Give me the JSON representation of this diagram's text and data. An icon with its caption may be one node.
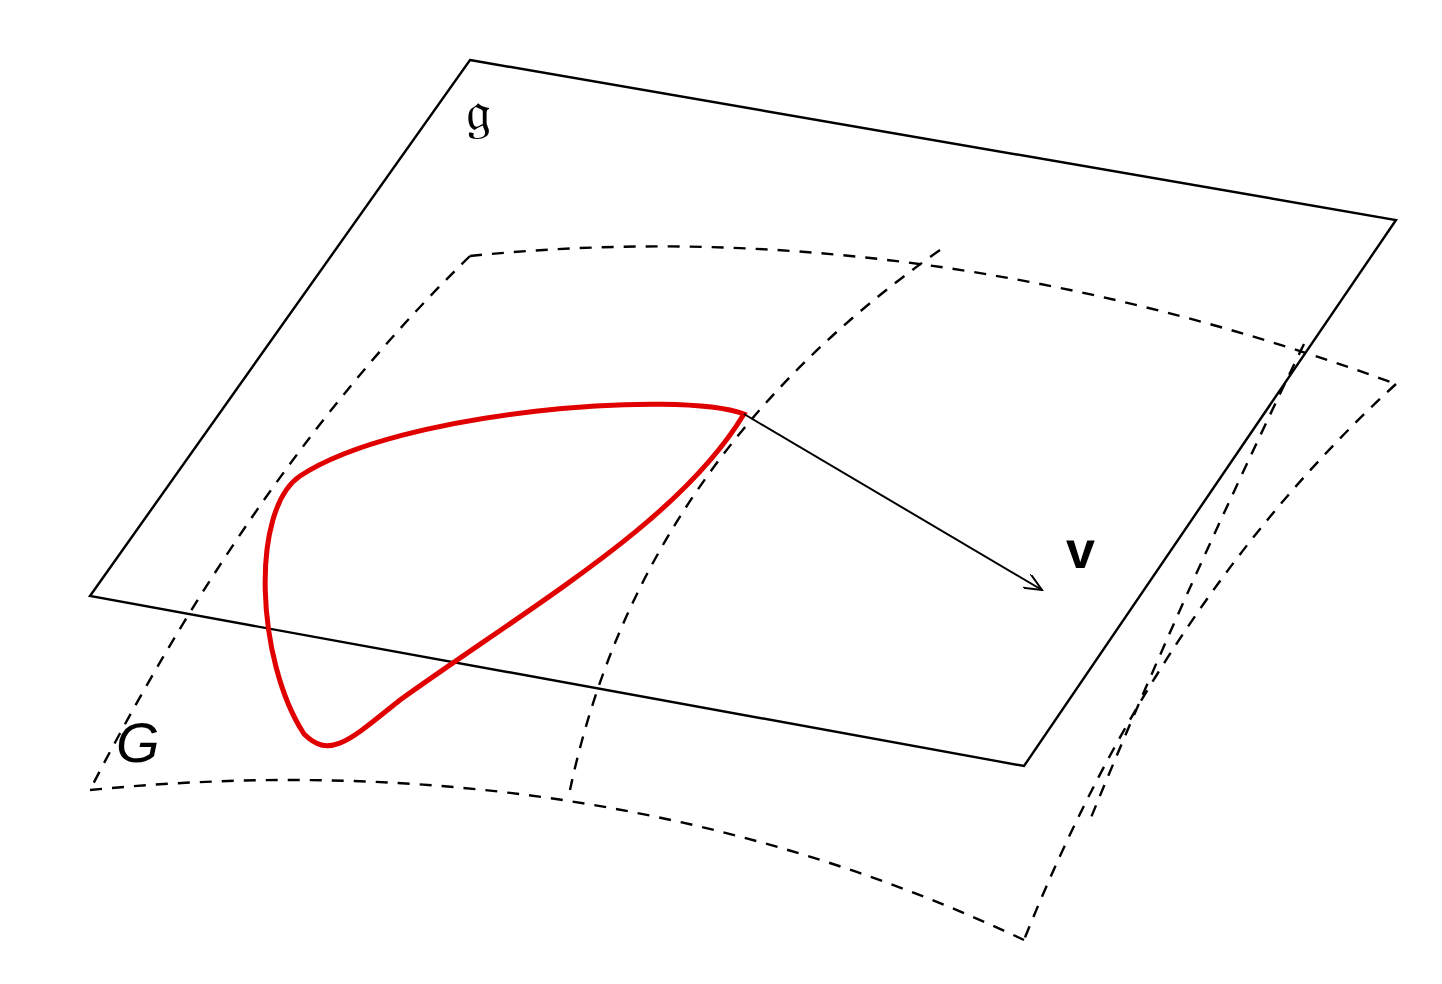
{
  "diagram": {
    "labels": [
      "𝔤",
      "G",
      "v"
    ]
  }
}
